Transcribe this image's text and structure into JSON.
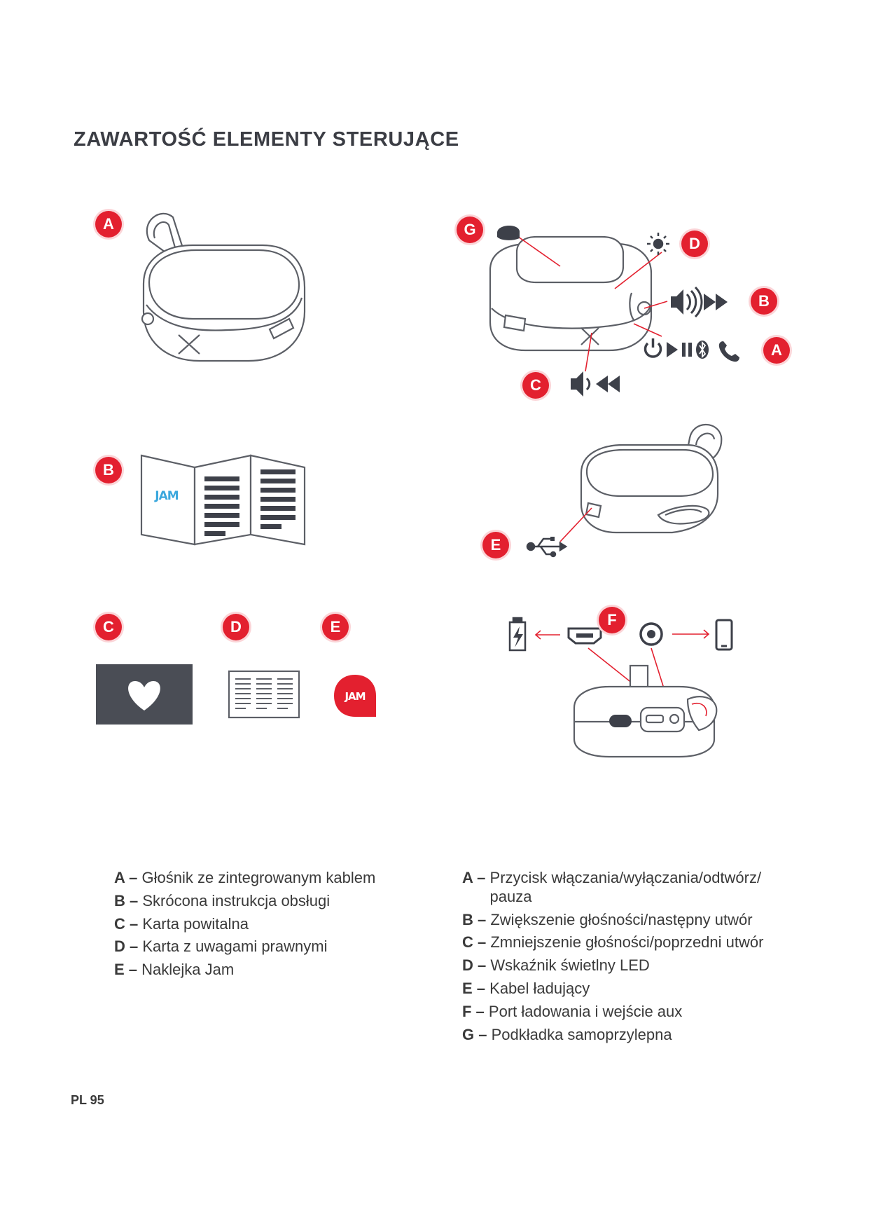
{
  "title": "ZAWARTOŚĆ ELEMENTY STERUJĄCE",
  "badges": {
    "contents_a": "A",
    "contents_b": "B",
    "contents_c": "C",
    "contents_d": "D",
    "contents_e": "E",
    "controls_a": "A",
    "controls_b": "B",
    "controls_c": "C",
    "controls_d": "D",
    "controls_e": "E",
    "controls_f": "F",
    "controls_g": "G"
  },
  "logo_text": "JAM",
  "contents_legend": [
    {
      "key": "A – ",
      "text": "Głośnik ze zintegrowanym kablem"
    },
    {
      "key": "B – ",
      "text": "Skrócona instrukcja obsługi"
    },
    {
      "key": "C – ",
      "text": "Karta powitalna"
    },
    {
      "key": "D – ",
      "text": "Karta z uwagami prawnymi"
    },
    {
      "key": "E – ",
      "text": "Naklejka Jam"
    }
  ],
  "controls_legend": [
    {
      "key": "A – ",
      "text": "Przycisk włączania/wyłączania/odtwórz/ pauza"
    },
    {
      "key": "B – ",
      "text": "Zwiększenie głośności/następny utwór"
    },
    {
      "key": "C – ",
      "text": "Zmniejszenie głośności/poprzedni utwór"
    },
    {
      "key": "D – ",
      "text": "Wskaźnik świetlny LED"
    },
    {
      "key": "E – ",
      "text": "Kabel ładujący"
    },
    {
      "key": "F – ",
      "text": "Port ładowania i wejście aux"
    },
    {
      "key": "G – ",
      "text": "Podkładka samoprzylepna"
    }
  ],
  "page_number": "PL 95",
  "colors": {
    "accent": "#e3202f",
    "text": "#3a3a3a",
    "dark": "#3d4049",
    "logo_blue": "#3aa7dd"
  }
}
